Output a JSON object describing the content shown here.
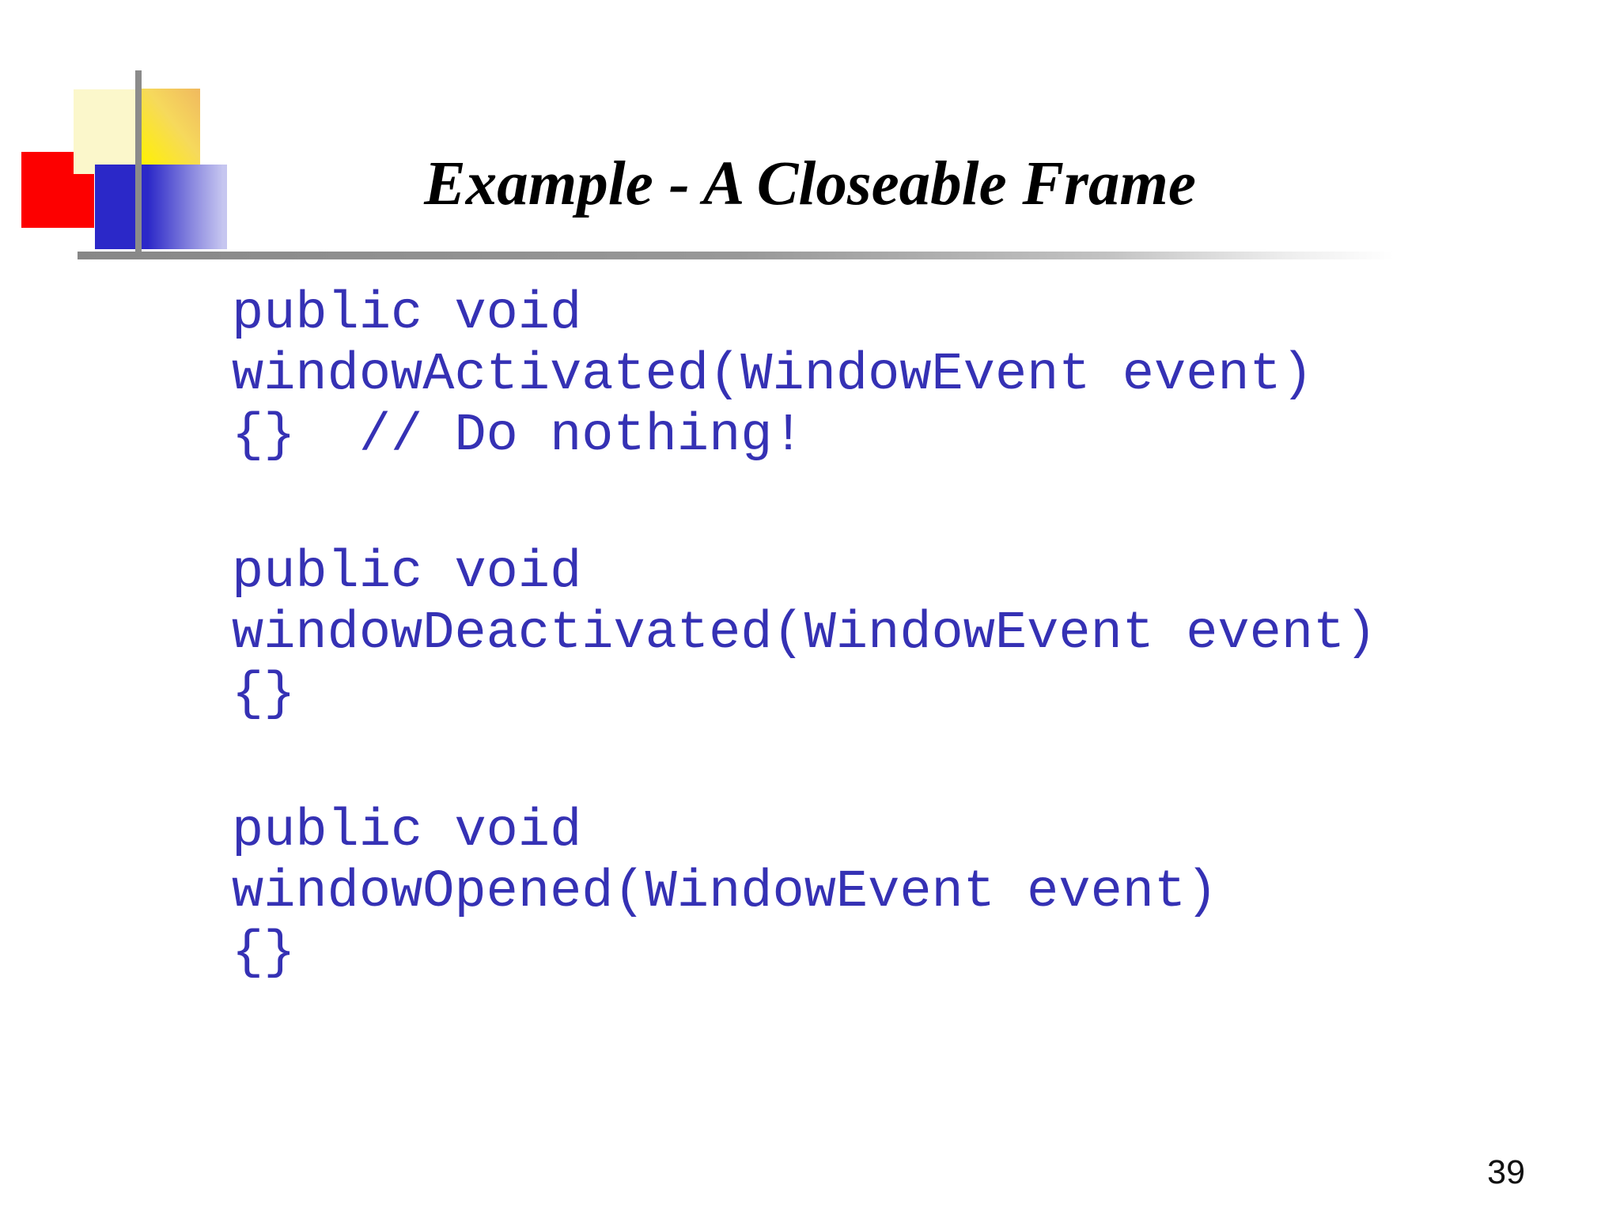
{
  "slide": {
    "title": "Example - A Closeable Frame",
    "page_number": "39",
    "code_blocks": [
      {
        "lines": [
          "public void",
          "windowActivated(WindowEvent event)",
          "{}  // Do nothing!"
        ]
      },
      {
        "lines": [
          "public void",
          "windowDeactivated(WindowEvent event)",
          "{}"
        ]
      },
      {
        "lines": [
          "public void",
          "windowOpened(WindowEvent event)",
          "{}"
        ]
      }
    ],
    "colors": {
      "code_text": "#3531b4",
      "title_text": "#000000",
      "logo_pale_yellow": "#fbf7cb",
      "logo_yellow_gradient_start": "#fff101",
      "logo_yellow_gradient_end": "#f0b95f",
      "logo_red": "#fd0000",
      "logo_blue_gradient_start": "#2b28c8",
      "logo_blue_gradient_end": "#c6c6f0",
      "rule_gray": "#8b8b8b"
    }
  }
}
